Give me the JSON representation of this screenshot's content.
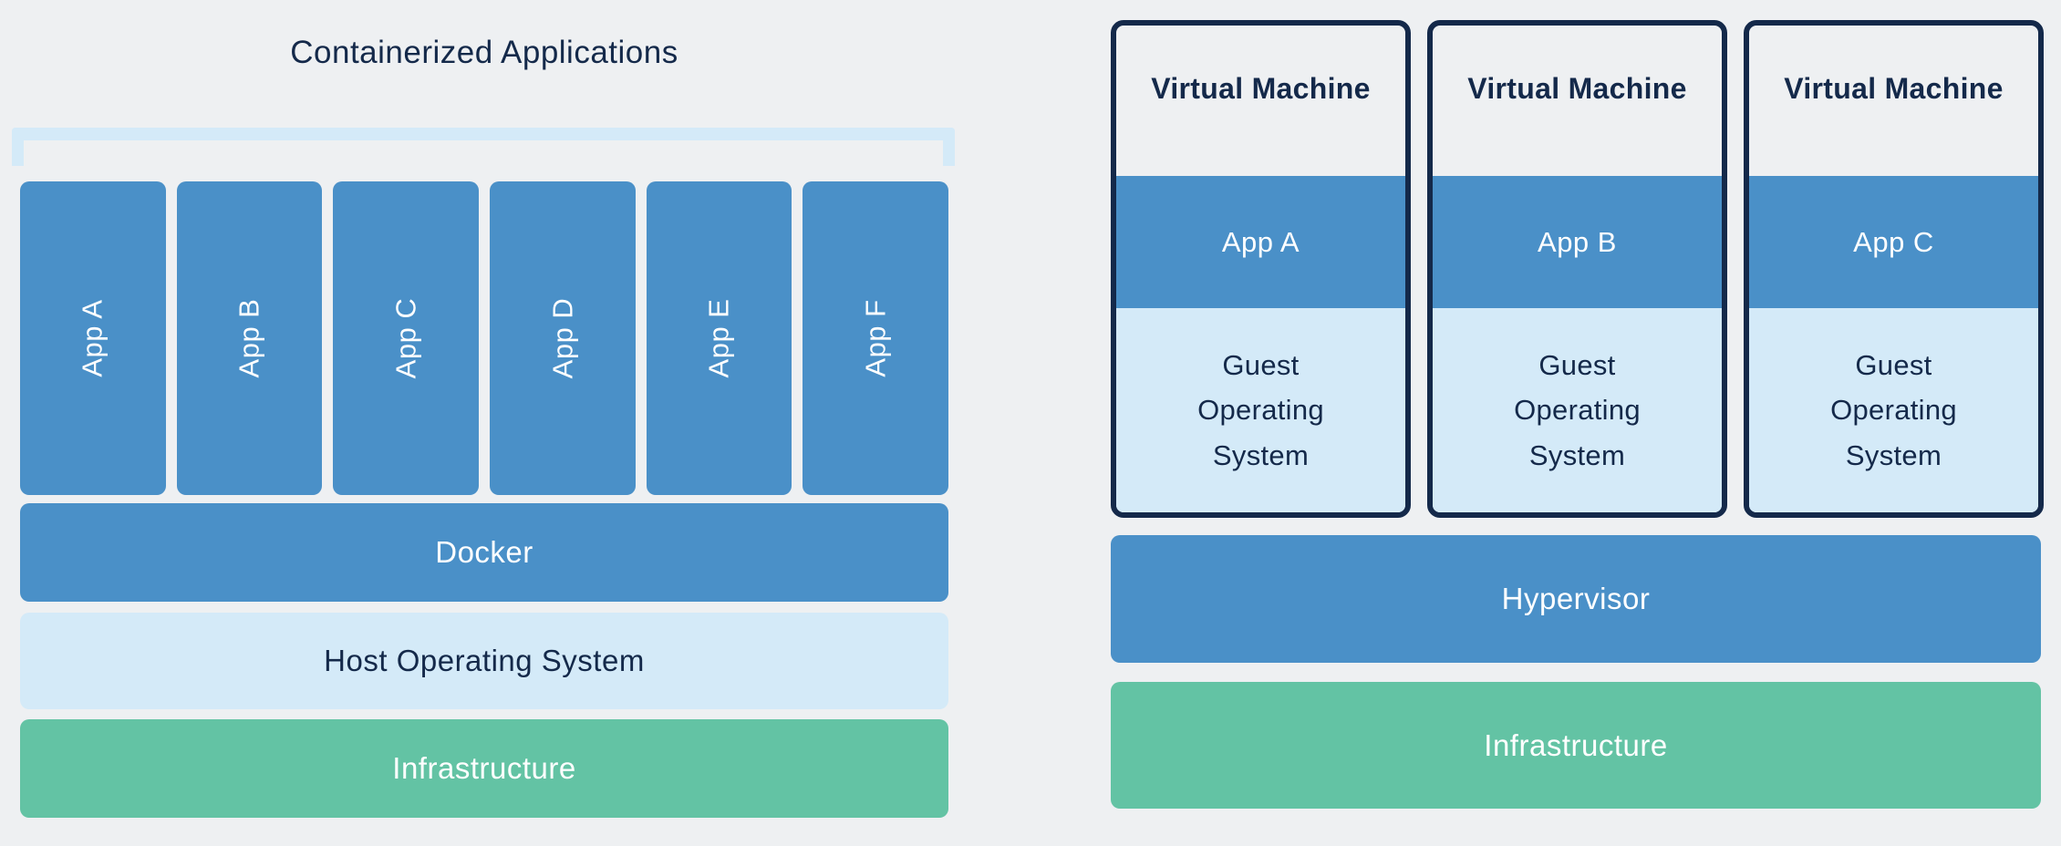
{
  "left_panel": {
    "title": "Containerized Applications",
    "apps": [
      "App A",
      "App B",
      "App C",
      "App D",
      "App E",
      "App F"
    ],
    "layers": {
      "docker": "Docker",
      "host_os": "Host Operating System",
      "infrastructure": "Infrastructure"
    }
  },
  "right_panel": {
    "vms": [
      {
        "title": "Virtual Machine",
        "app": "App A",
        "guest_os": "Guest Operating System"
      },
      {
        "title": "Virtual Machine",
        "app": "App B",
        "guest_os": "Guest Operating System"
      },
      {
        "title": "Virtual Machine",
        "app": "App C",
        "guest_os": "Guest Operating System"
      }
    ],
    "layers": {
      "hypervisor": "Hypervisor",
      "infrastructure": "Infrastructure"
    }
  },
  "colors": {
    "background": "#eef0f2",
    "blue": "#4a90c8",
    "light_blue": "#d4eaf8",
    "green": "#63c3a4",
    "navy": "#14294a",
    "white": "#ffffff"
  }
}
